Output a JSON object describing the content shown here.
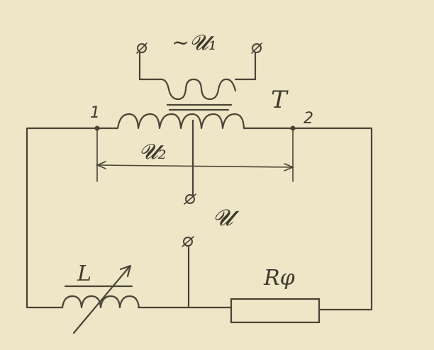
{
  "diagram": {
    "source_label": "~𝓤₁",
    "secondary_label": "𝓤₂",
    "output_label": "𝓤",
    "transformer_label": "T",
    "node1_label": "1",
    "node2_label": "2",
    "inductor_label": "L",
    "resistor_label": "Rφ",
    "colors": {
      "paper": "#efe6c8",
      "ink": "#4a4436"
    }
  }
}
